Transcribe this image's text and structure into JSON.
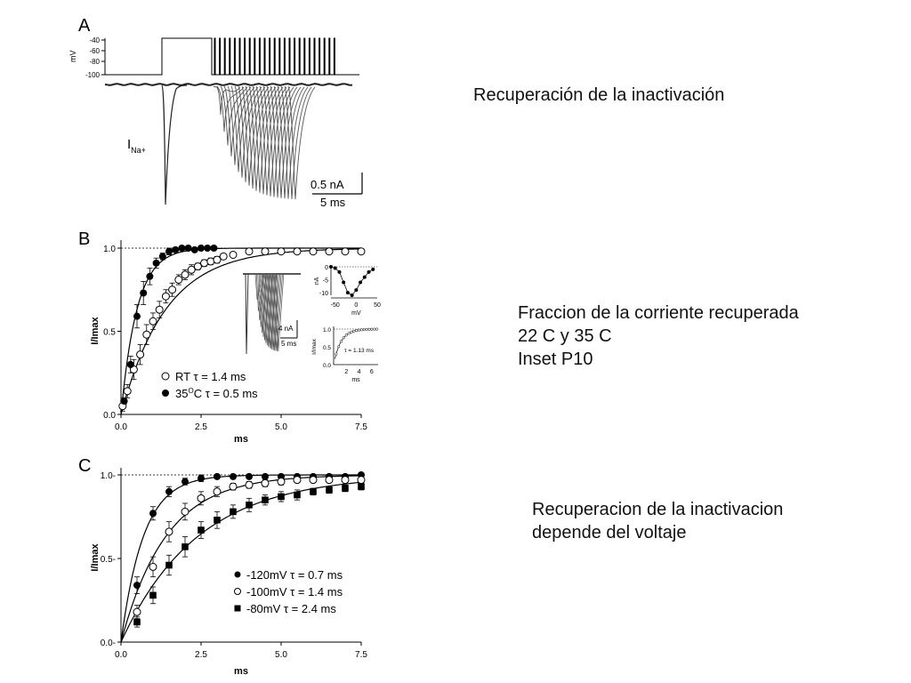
{
  "notes": {
    "top": "Recuperación de la inactivación",
    "middle": [
      "Fraccion de la corriente recuperada",
      "22 C y 35 C",
      "Inset P10"
    ],
    "bottom": [
      "Recuperacion de la inactivacion",
      "depende del voltaje"
    ]
  },
  "colors": {
    "ink": "#000000",
    "trace": "#222222",
    "traceLight": "#555555",
    "text": "#111111"
  },
  "chart_data": [
    {
      "type": "line",
      "panel": "A",
      "voltage_axis": {
        "label": "mV",
        "ticks": [
          "-40",
          "-60",
          "-80",
          "-100"
        ]
      },
      "current_label": "I",
      "current_subscript": "Na+",
      "scalebar": {
        "current": "0.5 nA",
        "time": "5 ms"
      }
    },
    {
      "type": "scatter",
      "panel": "B",
      "ylabel": "I/Imax",
      "xlabel": "ms",
      "xlim": [
        0,
        7.5
      ],
      "ylim": [
        0,
        1.05
      ],
      "xticks": [
        "0.0",
        "2.5",
        "5.0",
        "7.5"
      ],
      "yticks": [
        "0.0",
        "0.5",
        "1.0"
      ],
      "reference_line": 1.0,
      "series": [
        {
          "name": "RT  τ = 1.4 ms",
          "marker": "open-circle",
          "tau": 1.4,
          "x": [
            0.05,
            0.2,
            0.4,
            0.6,
            0.8,
            1.0,
            1.2,
            1.4,
            1.6,
            1.8,
            2.0,
            2.2,
            2.4,
            2.6,
            2.8,
            3.0,
            3.2,
            3.5,
            4.0,
            4.5,
            5.0,
            5.5,
            6.0,
            6.5,
            7.0,
            7.5
          ],
          "y": [
            0.05,
            0.14,
            0.27,
            0.36,
            0.48,
            0.56,
            0.63,
            0.71,
            0.75,
            0.81,
            0.84,
            0.87,
            0.89,
            0.91,
            0.92,
            0.93,
            0.95,
            0.96,
            0.98,
            0.98,
            0.98,
            0.98,
            0.98,
            0.98,
            0.98,
            0.98
          ],
          "err": [
            0.03,
            0.04,
            0.06,
            0.06,
            0.06,
            0.05,
            0.05,
            0.04,
            0.04,
            0.03,
            0.03,
            0.03,
            0.02,
            0.02,
            0.02,
            0.02,
            0.01,
            0.01,
            0.01,
            0.01,
            0.01,
            0.01,
            0.01,
            0.01,
            0.01,
            0.01
          ]
        },
        {
          "name": "35°C τ = 0.5 ms",
          "marker": "filled-circle",
          "tau": 0.5,
          "x": [
            0.1,
            0.3,
            0.5,
            0.7,
            0.9,
            1.1,
            1.3,
            1.5,
            1.7,
            1.9,
            2.1,
            2.3,
            2.5,
            2.7,
            2.9
          ],
          "y": [
            0.08,
            0.3,
            0.59,
            0.73,
            0.83,
            0.91,
            0.95,
            0.98,
            0.99,
            1.0,
            1.0,
            0.99,
            1.0,
            1.0,
            1.0
          ],
          "err": [
            0.02,
            0.05,
            0.07,
            0.07,
            0.05,
            0.03,
            0.02,
            0.02,
            0.01,
            0.01,
            0.01,
            0.01,
            0.01,
            0.01,
            0.01
          ]
        }
      ],
      "legend": [
        {
          "marker": "open-circle",
          "label": "RT  τ = 1.4 ms"
        },
        {
          "marker": "filled-circle",
          "label": "35",
          "sup": "O",
          "label_rest": "C  τ = 0.5 ms"
        }
      ],
      "inset_trace_scalebar": {
        "current": "4 nA",
        "time": "5 ms"
      },
      "inset_iv": {
        "ylabel": "nA",
        "xlabel": "mV",
        "xticks": [
          "-50",
          "0",
          "50"
        ],
        "yticks": [
          "0",
          "-5",
          "-10"
        ],
        "x": [
          -60,
          -50,
          -40,
          -30,
          -20,
          -10,
          0,
          10,
          20,
          30,
          40
        ],
        "y": [
          0,
          -0.5,
          -2,
          -6,
          -10,
          -11,
          -9,
          -6,
          -4,
          -2,
          -1
        ]
      },
      "inset_recovery": {
        "ylabel": "I/Imax",
        "xlabel": "ms",
        "xticks": [
          "2",
          "4",
          "6"
        ],
        "yticks": [
          "0.0",
          "0.5",
          "1.0"
        ],
        "annotation": "τ = 1.13 ms",
        "tau": 1.13
      }
    },
    {
      "type": "scatter",
      "panel": "C",
      "ylabel": "I/Imax",
      "xlabel": "ms",
      "xlim": [
        0,
        7.5
      ],
      "ylim": [
        0,
        1.05
      ],
      "xticks": [
        "0.0",
        "2.5",
        "5.0",
        "7.5"
      ],
      "yticks": [
        "0.0-",
        "0.5-",
        "1.0-"
      ],
      "reference_line": 1.0,
      "series": [
        {
          "name": "-120mV τ = 0.7 ms",
          "marker": "filled-circle",
          "tau": 0.7,
          "x": [
            0.5,
            1.0,
            1.5,
            2.0,
            2.5,
            3.0,
            3.5,
            4.0,
            4.5,
            5.0,
            5.5,
            6.0,
            6.5,
            7.0,
            7.5
          ],
          "y": [
            0.34,
            0.77,
            0.9,
            0.96,
            0.98,
            0.99,
            0.99,
            0.99,
            0.99,
            0.99,
            0.99,
            0.99,
            0.99,
            0.99,
            1.0
          ],
          "err": [
            0.05,
            0.04,
            0.03,
            0.02,
            0.02,
            0.01,
            0.01,
            0.01,
            0.01,
            0.01,
            0.01,
            0.01,
            0.01,
            0.01,
            0.01
          ]
        },
        {
          "name": "-100mV τ = 1.4 ms",
          "marker": "open-circle",
          "tau": 1.4,
          "x": [
            0.5,
            1.0,
            1.5,
            2.0,
            2.5,
            3.0,
            3.5,
            4.0,
            4.5,
            5.0,
            5.5,
            6.0,
            6.5,
            7.0,
            7.5
          ],
          "y": [
            0.18,
            0.45,
            0.66,
            0.78,
            0.86,
            0.9,
            0.93,
            0.94,
            0.95,
            0.96,
            0.97,
            0.97,
            0.97,
            0.97,
            0.97
          ],
          "err": [
            0.04,
            0.06,
            0.06,
            0.05,
            0.04,
            0.03,
            0.02,
            0.02,
            0.02,
            0.02,
            0.01,
            0.01,
            0.01,
            0.01,
            0.01
          ]
        },
        {
          "name": "-80mV  τ = 2.4 ms",
          "marker": "filled-square",
          "tau": 2.4,
          "x": [
            0.5,
            1.0,
            1.5,
            2.0,
            2.5,
            3.0,
            3.5,
            4.0,
            4.5,
            5.0,
            5.5,
            6.0,
            6.5,
            7.0,
            7.5
          ],
          "y": [
            0.12,
            0.28,
            0.46,
            0.57,
            0.67,
            0.73,
            0.78,
            0.82,
            0.85,
            0.87,
            0.88,
            0.9,
            0.91,
            0.92,
            0.93
          ],
          "err": [
            0.03,
            0.05,
            0.06,
            0.06,
            0.05,
            0.05,
            0.04,
            0.04,
            0.03,
            0.03,
            0.03,
            0.02,
            0.02,
            0.02,
            0.02
          ]
        }
      ],
      "legend": [
        {
          "marker": "filled-circle",
          "label": "-120mV τ = 0.7 ms"
        },
        {
          "marker": "open-circle",
          "label": "-100mV τ = 1.4 ms"
        },
        {
          "marker": "filled-square",
          "label": "-80mV   τ = 2.4 ms"
        }
      ]
    }
  ]
}
